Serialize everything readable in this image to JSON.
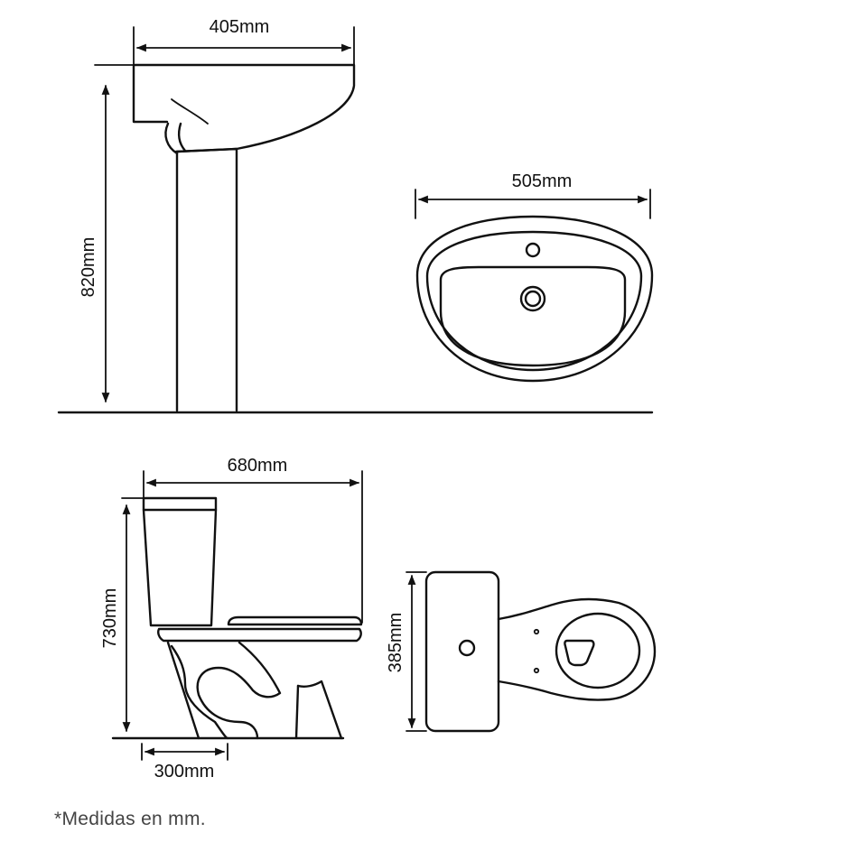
{
  "dimensions": {
    "sink_top_width": "405mm",
    "sink_height": "820mm",
    "sink_plan_width": "505mm",
    "toilet_length": "680mm",
    "toilet_height": "730mm",
    "toilet_outlet": "300mm",
    "toilet_plan_width": "385mm"
  },
  "footnote": "*Medidas en mm."
}
